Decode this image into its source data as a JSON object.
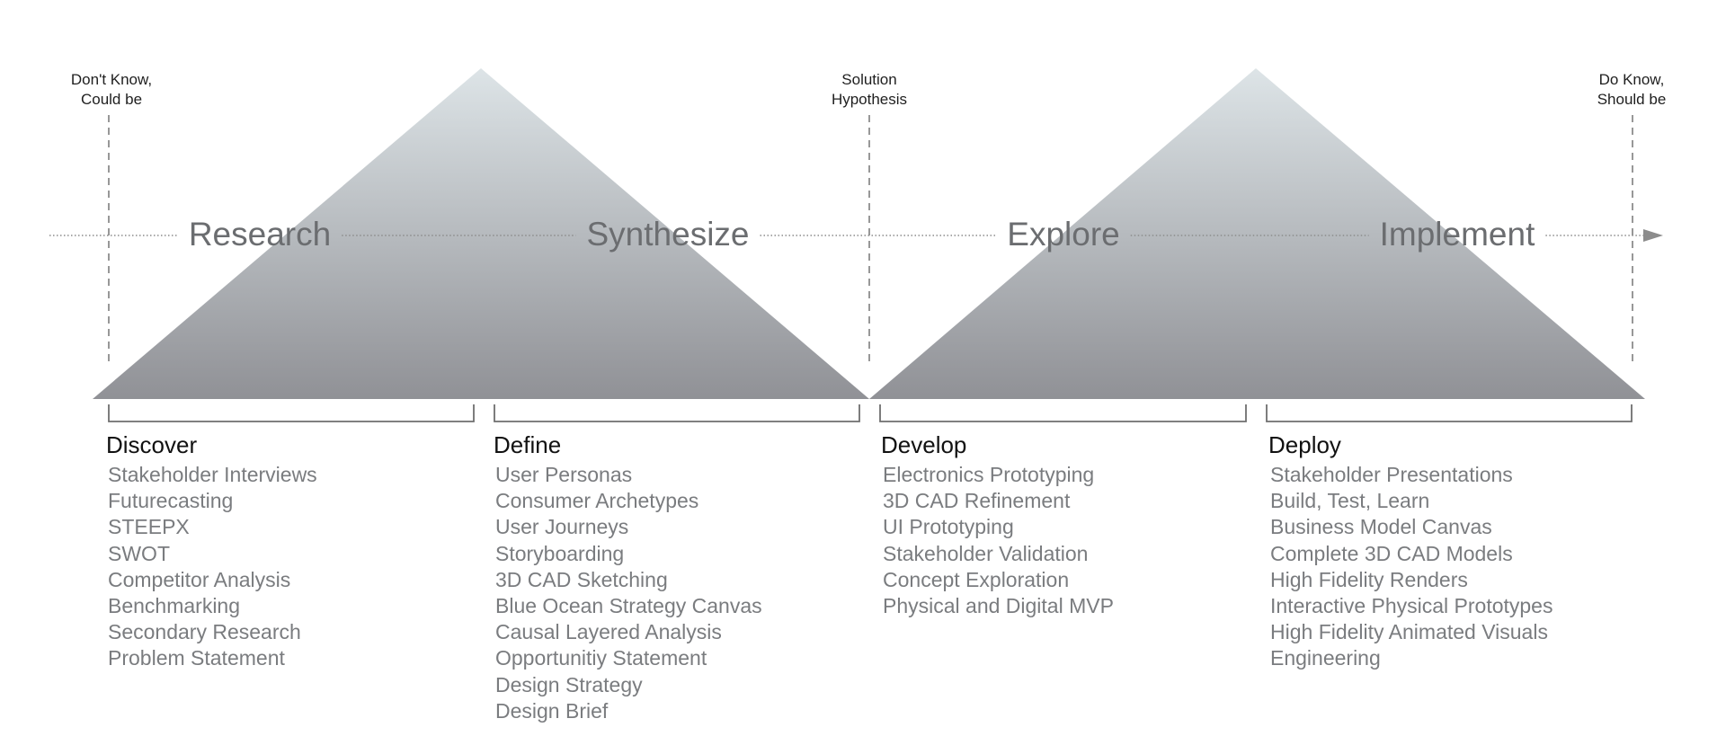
{
  "markers": [
    {
      "line1": "Don't Know,",
      "line2": "Could be"
    },
    {
      "line1": "Solution",
      "line2": "Hypothesis"
    },
    {
      "line1": "Do Know,",
      "line2": "Should be"
    }
  ],
  "phases": [
    "Research",
    "Synthesize",
    "Explore",
    "Implement"
  ],
  "stages": [
    {
      "title": "Discover",
      "items": [
        "Stakeholder Interviews",
        "Futurecasting",
        "STEEPX",
        "SWOT",
        "Competitor Analysis",
        "Benchmarking",
        "Secondary Research",
        "Problem Statement"
      ]
    },
    {
      "title": "Define",
      "items": [
        "User Personas",
        "Consumer Archetypes",
        "User Journeys",
        "Storyboarding",
        "3D CAD Sketching",
        "Blue Ocean Strategy Canvas",
        "Causal Layered Analysis",
        "Opportunitiy Statement",
        "Design Strategy",
        "Design Brief"
      ]
    },
    {
      "title": "Develop",
      "items": [
        "Electronics Prototyping",
        "3D CAD Refinement",
        "UI Prototyping",
        "Stakeholder Validation",
        "Concept Exploration",
        "Physical and Digital MVP"
      ]
    },
    {
      "title": "Deploy",
      "items": [
        "Stakeholder Presentations",
        "Build, Test, Learn",
        "Business Model Canvas",
        "Complete 3D CAD Models",
        "High Fidelity Renders",
        "Interactive Physical Prototypes",
        "High Fidelity Animated Visuals",
        "Engineering"
      ]
    }
  ],
  "colors": {
    "triangle_top": "#dde4e7",
    "triangle_bottom": "#909196",
    "phase_text": "#6b6d70",
    "list_text": "#7a7c7f",
    "line": "#8c8c8c"
  }
}
